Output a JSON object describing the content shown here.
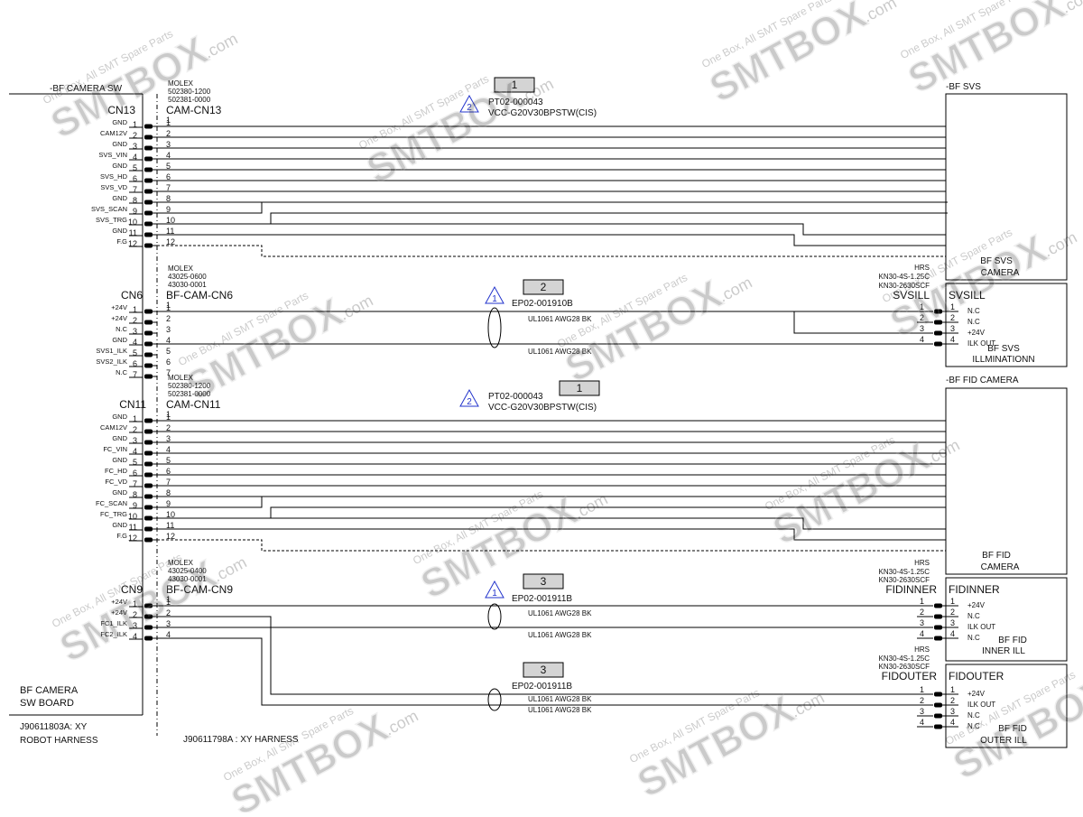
{
  "colors": {
    "line": "#000000",
    "box_fill": "#d4d4d4",
    "rev_mark": "#2233cc",
    "watermark": "#bbbbbb"
  },
  "left_board": {
    "header": "-BF CAMERA SW",
    "title_line1": "BF CAMERA",
    "title_line2": "SW BOARD",
    "part_line1": "J90611803A: XY",
    "part_line2": "ROBOT HARNESS"
  },
  "harness": {
    "part": "J90611798A : XY HARNESS"
  },
  "watermark": {
    "brand": "SMTBOX",
    "dotcom": ".com",
    "tagline": "One Box, All SMT Spare Parts"
  },
  "sections": [
    {
      "cn": "CN13",
      "molex": "MOLEX",
      "p1": "502380-1200",
      "p2": "502381-0000",
      "cam_cn": "CAM-CN13",
      "signals": [
        "GND",
        "CAM12V",
        "GND",
        "SVS_VIN",
        "GND",
        "SVS_HD",
        "SVS_VD",
        "GND",
        "SVS_SCAN",
        "SVS_TRG",
        "GND",
        "F.G"
      ],
      "cable_box": "1",
      "rev_mark": "2",
      "cable_part": "PT02-000043",
      "cable_type": "VCC-G20V30BPSTW(CIS)",
      "dest_header": "-BF SVS",
      "dest_line1": "BF SVS",
      "dest_line2": "CAMERA"
    },
    {
      "cn": "CN6",
      "molex": "MOLEX",
      "p1": "43025-0600",
      "p2": "43030-0001",
      "cam_cn": "BF-CAM-CN6",
      "signals": [
        "+24V",
        "+24V",
        "N.C",
        "GND",
        "SVS1_ILK",
        "SVS2_ILK",
        "N.C"
      ],
      "cable_box": "2",
      "rev_mark": "1",
      "cable_part": "EP02-001910B",
      "wire1": "UL1061 AWG28 BK",
      "wire2": "UL1061 AWG28 BK",
      "hrs": "HRS",
      "hrs_p1": "KN30-4S-1.25C",
      "hrs_p2": "KN30-2630SCF",
      "conn_name": "SVSILL",
      "dest_title": "SVSILL",
      "dest_pins": [
        "N.C",
        "N.C",
        "+24V",
        "ILK OUT"
      ],
      "dest_line1": "BF SVS",
      "dest_line2": "ILLMINATIONN"
    },
    {
      "cn": "CN11",
      "molex": "MOLEX",
      "p1": "502380-1200",
      "p2": "502381-0000",
      "cam_cn": "CAM-CN11",
      "signals": [
        "GND",
        "CAM12V",
        "GND",
        "FC_VIN",
        "GND",
        "FC_HD",
        "FC_VD",
        "GND",
        "FC_SCAN",
        "FC_TRG",
        "GND",
        "F.G"
      ],
      "cable_box": "1",
      "rev_mark": "2",
      "cable_part": "PT02-000043",
      "cable_type": "VCC-G20V30BPSTW(CIS)",
      "dest_header": "-BF FID CAMERA",
      "dest_line1": "BF FID",
      "dest_line2": "CAMERA"
    },
    {
      "cn": "CN9",
      "molex": "MOLEX",
      "p1": "43025-0400",
      "p2": "43030-0001",
      "cam_cn": "BF-CAM-CN9",
      "signals": [
        "+24V",
        "+24V",
        "FC1_ILK",
        "FC2_ILK"
      ],
      "cable_box": "3",
      "rev_mark": "1",
      "cable_part": "EP02-001911B",
      "wire1": "UL1061 AWG28 BK",
      "wire2": "UL1061 AWG28 BK",
      "hrs": "HRS",
      "hrs_p1": "KN30-4S-1.25C",
      "hrs_p2": "KN30-2630SCF",
      "conn_name": "FIDINNER",
      "dest_title": "FIDINNER",
      "dest_pins": [
        "+24V",
        "N.C",
        "ILK OUT",
        "N.C"
      ],
      "dest_line1": "BF FID",
      "dest_line2": "INNER ILL"
    },
    {
      "cable_box": "3",
      "cable_part": "EP02-001911B",
      "wire1": "UL1061 AWG28 BK",
      "wire2": "UL1061 AWG28 BK",
      "hrs": "HRS",
      "hrs_p1": "KN30-4S-1.25C",
      "hrs_p2": "KN30-2630SCF",
      "conn_name": "FIDOUTER",
      "dest_title": "FIDOUTER",
      "dest_pins": [
        "+24V",
        "ILK OUT",
        "N.C",
        "N.C"
      ],
      "dest_line1": "BF FID",
      "dest_line2": "OUTER ILL"
    }
  ]
}
